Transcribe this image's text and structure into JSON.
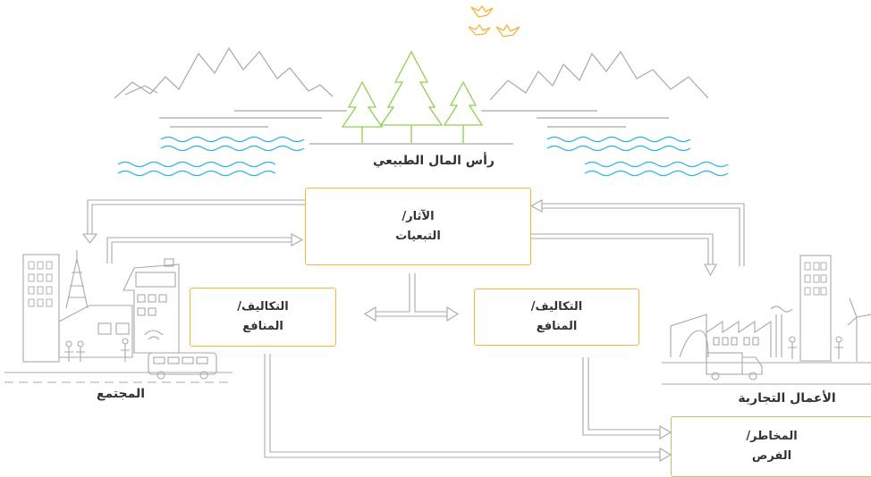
{
  "natural_capital": {
    "label": "رأس المال الطبيعي"
  },
  "impacts_box": {
    "line1": "الآثار/",
    "line2": "التبعيات"
  },
  "costs_left": {
    "line1": "التكاليف/",
    "line2": "المنافع"
  },
  "costs_right": {
    "line1": "التكاليف/",
    "line2": "المنافع"
  },
  "risks_box": {
    "line1": "المخاطر/",
    "line2": "الفرص"
  },
  "society": {
    "label": "المجتمع"
  },
  "business": {
    "label": "الأعمال التجارية"
  },
  "colors": {
    "line_gray": "#a8a8a8",
    "tree_green": "#8fcf4f",
    "water_blue": "#2bb3e8",
    "bird_orange": "#f4b43c",
    "box_orange": "#f4b43c",
    "box_green": "#a6d56b"
  }
}
